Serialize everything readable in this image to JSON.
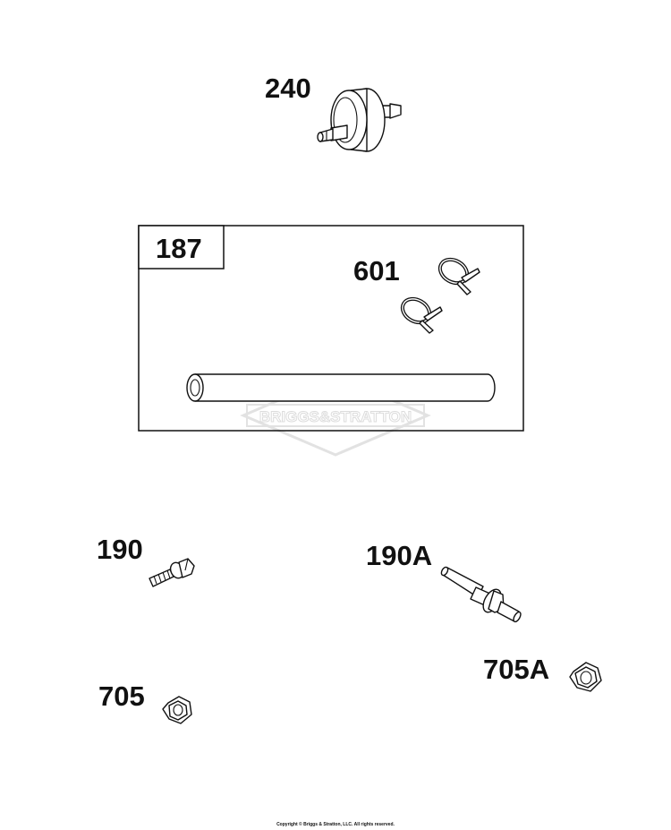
{
  "labels": {
    "p240": "240",
    "p187": "187",
    "p601": "601",
    "p190": "190",
    "p190a": "190A",
    "p705": "705",
    "p705a": "705A"
  },
  "watermark": "BRIGGS&STRATTON",
  "copyright": "Copyright © Briggs & Stratton, LLC. All rights reserved.",
  "colors": {
    "ink": "#111111",
    "watermark": "#e2e2e2",
    "background": "#ffffff"
  }
}
